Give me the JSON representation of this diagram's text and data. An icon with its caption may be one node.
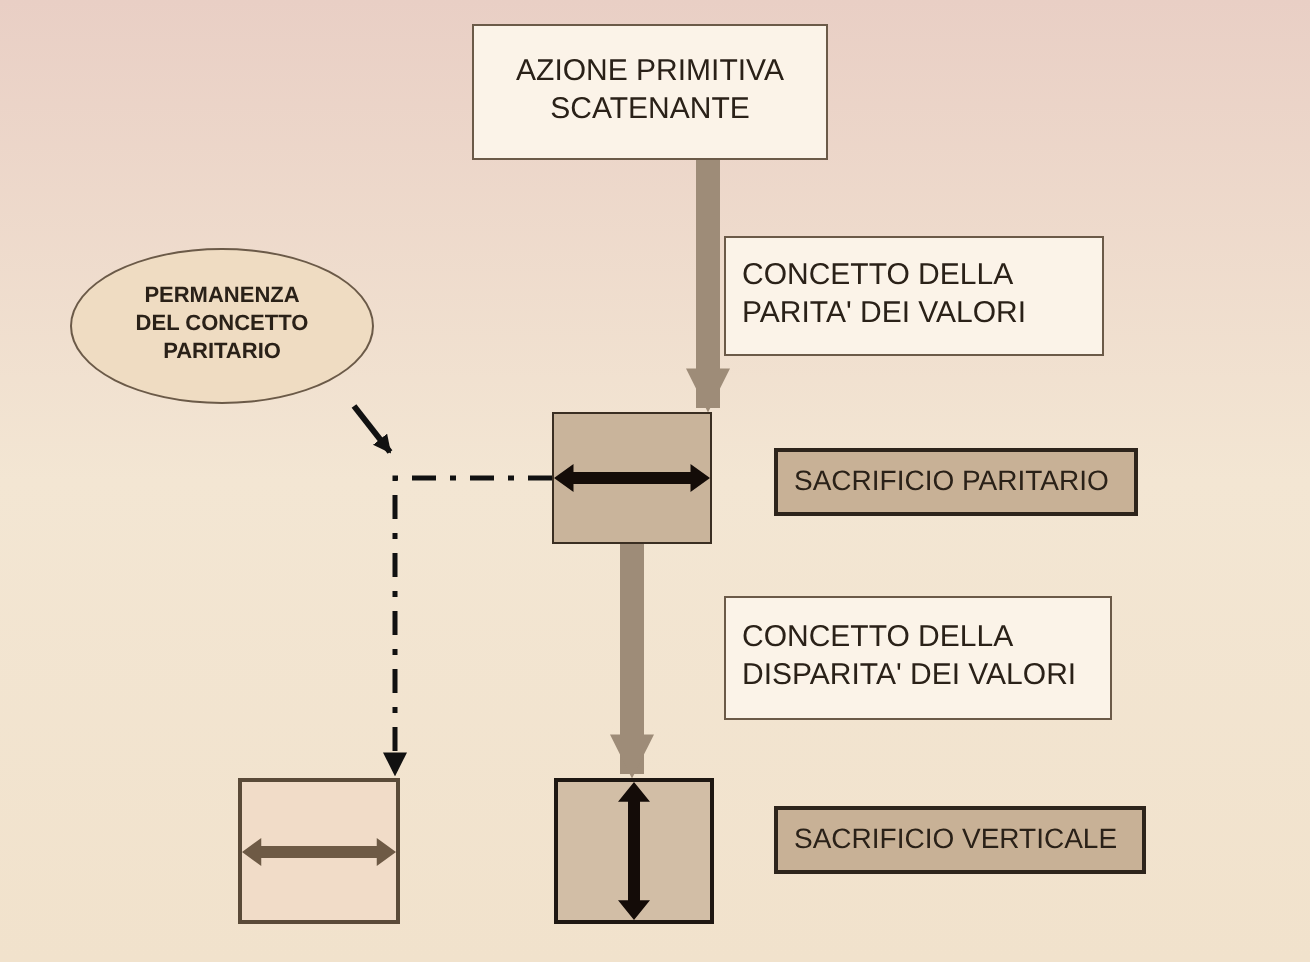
{
  "diagram": {
    "nodes": [
      {
        "text": [
          "AZIONE PRIMITIVA SCATENANTE"
        ]
      },
      {
        "text": [
          "CONCETTO DELLA PARITA' DEI VALORI"
        ]
      },
      {
        "text": [
          "PERMANENZA DEL CONCETTO PARITARIO"
        ]
      },
      {
        "text": [],
        "shape": "box"
      },
      {
        "text": [
          "SACRIFICIO PARITARIO"
        ]
      },
      {
        "text": [
          "CONCETTO DELLA DISPARITA' DEI VALORI"
        ]
      },
      {
        "text": [],
        "shape": "box"
      },
      {
        "text": [],
        "shape": "box"
      },
      {
        "text": [
          "SACRIFICIO VERTICALE"
        ]
      }
    ],
    "edges": [
      {
        "from": 0,
        "to": 3,
        "arrow": "to",
        "style": "thick",
        "color": "#9e8c78"
      },
      {
        "from": 3,
        "to": 7,
        "arrow": "to",
        "style": "thick",
        "color": "#9e8c78"
      },
      {
        "from": 3,
        "to": 6,
        "arrow": "to",
        "style": "dashed",
        "color": "#111111"
      },
      {
        "from": 2,
        "to": null,
        "arrow": "to",
        "color": "#111111"
      }
    ]
  }
}
